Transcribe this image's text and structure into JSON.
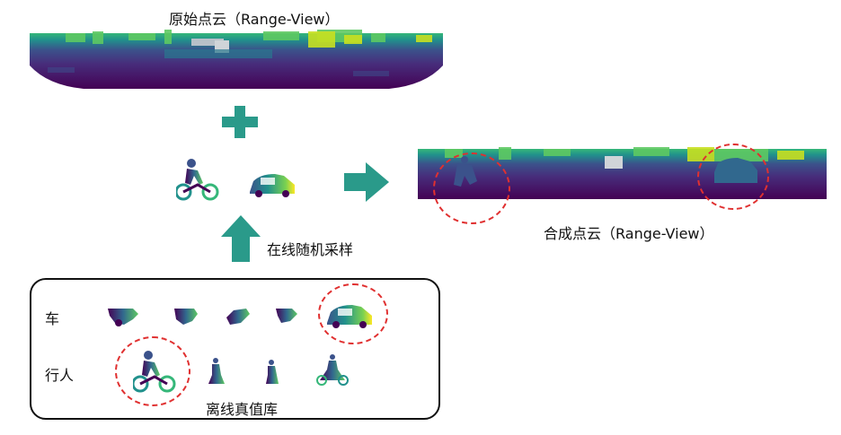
{
  "labels": {
    "original_title": "原始点云（Range-View）",
    "merged_title": "合成点云（Range-View）",
    "sampling": "在线随机采样",
    "database": "离线真值库",
    "car_row": "车",
    "ped_row": "行人"
  },
  "colors": {
    "viridis_dark": "#440154",
    "viridis_blue": "#3b528b",
    "viridis_teal": "#21918c",
    "viridis_green": "#5ec962",
    "viridis_yellow": "#fde725",
    "arrow_teal": "#2a9a8a",
    "highlight_red": "#e03030"
  },
  "icons": {
    "plus": "plus-icon",
    "right_arrow": "right-arrow-icon",
    "up_arrow": "up-arrow-icon"
  }
}
